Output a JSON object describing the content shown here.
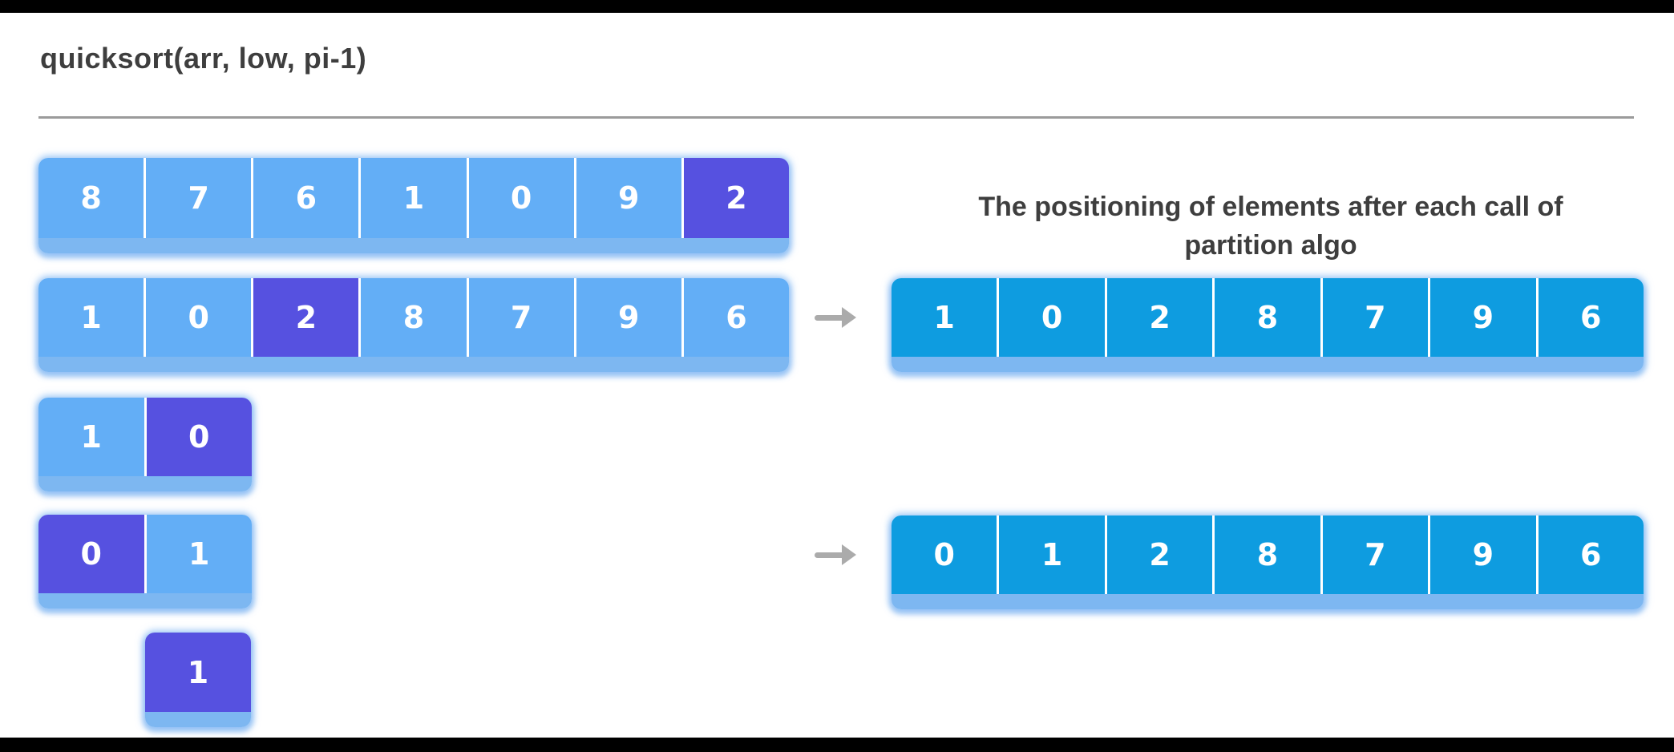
{
  "title": "quicksort(arr, low, pi-1)",
  "results_heading": {
    "line1": "The positioning of elements after each call of",
    "line2": "partition algo"
  },
  "left_arrays": [
    {
      "name": "call-1",
      "values": [
        "8",
        "7",
        "6",
        "1",
        "0",
        "9",
        "2"
      ],
      "pivot_index": 6
    },
    {
      "name": "call-2",
      "values": [
        "1",
        "0",
        "2",
        "8",
        "7",
        "9",
        "6"
      ],
      "pivot_index": 2
    },
    {
      "name": "call-3",
      "values": [
        "1",
        "0"
      ],
      "pivot_index": 1
    },
    {
      "name": "call-4",
      "values": [
        "0",
        "1"
      ],
      "pivot_index": 0
    },
    {
      "name": "call-5",
      "values": [
        "1"
      ],
      "pivot_index": 0
    }
  ],
  "right_arrays": [
    {
      "name": "partition-result-1",
      "values": [
        "1",
        "0",
        "2",
        "8",
        "7",
        "9",
        "6"
      ]
    },
    {
      "name": "partition-result-2",
      "values": [
        "0",
        "1",
        "2",
        "8",
        "7",
        "9",
        "6"
      ]
    }
  ],
  "icons": {
    "arrow1": "right-arrow",
    "arrow2": "right-arrow"
  },
  "colors": {
    "background": "#ffffff",
    "letterbox": "#000000",
    "cell_light_blue": "#63aef6",
    "cell_pivot_purple": "#5651e0",
    "cell_result_blue": "#0e9ce0",
    "bar_base_blue": "#7db7f1",
    "cell_text": "#ffffff",
    "heading_text": "#3e3e3e",
    "divider_gray": "#9b9b9b",
    "arrow_gray": "#ababab"
  }
}
